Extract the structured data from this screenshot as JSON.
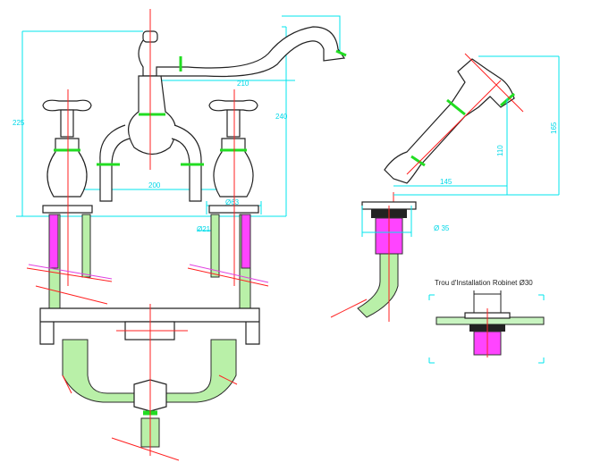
{
  "drawing": {
    "dimensions": {
      "spout_reach": "210",
      "overall_height_left": "225",
      "overall_height_right": "240",
      "tap_spacing": "200",
      "base_diameter": "Ø63",
      "small_diameter": "Ø21",
      "handshower_reach": "145",
      "handshower_height_low": "110",
      "handshower_height_high": "165",
      "handshower_base_diameter": "Ø 35"
    },
    "note": "Trou d'Installation Robinet Ø30"
  }
}
